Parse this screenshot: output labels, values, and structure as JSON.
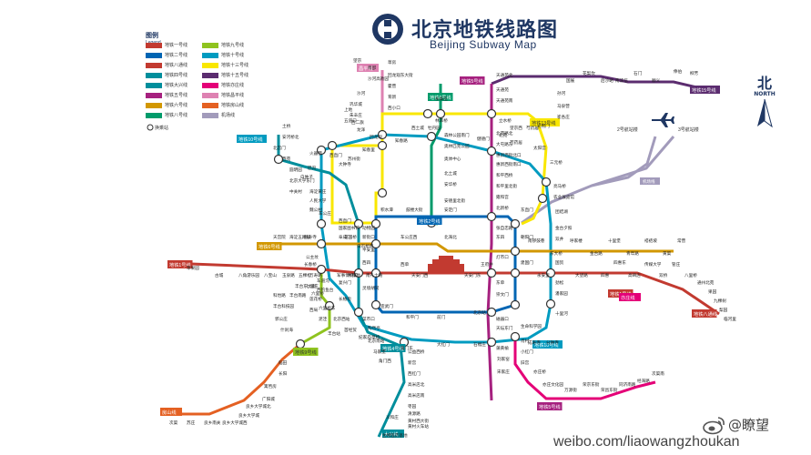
{
  "title": {
    "cn": "北京地铁线路图",
    "en": "Beijing Subway Map"
  },
  "legend": {
    "header": "图例",
    "header_en": "Legend",
    "items": [
      {
        "label": "地铁一号线",
        "color": "#c23a30"
      },
      {
        "label": "地铁二号线",
        "color": "#0065b3"
      },
      {
        "label": "地铁八通线",
        "color": "#c23a30"
      },
      {
        "label": "地铁四号线",
        "color": "#008e9c"
      },
      {
        "label": "地铁大兴线",
        "color": "#008e9c"
      },
      {
        "label": "地铁五号线",
        "color": "#a6217f"
      },
      {
        "label": "地铁六号线",
        "color": "#d29700"
      },
      {
        "label": "地铁八号线",
        "color": "#009b6b"
      },
      {
        "label": "地铁九号线",
        "color": "#8fc31f"
      },
      {
        "label": "地铁十号线",
        "color": "#009bc0"
      },
      {
        "label": "地铁十三号线",
        "color": "#f9e700"
      },
      {
        "label": "地铁十五号线",
        "color": "#5b2c6f"
      },
      {
        "label": "地铁亦庄线",
        "color": "#e40077"
      },
      {
        "label": "地铁昌平线",
        "color": "#de82b2"
      },
      {
        "label": "地铁房山线",
        "color": "#e46022"
      },
      {
        "label": "机场线",
        "color": "#a29bbb"
      }
    ],
    "transfer_label": "换乘站"
  },
  "north": {
    "cn": "北",
    "en": "NORTH"
  },
  "airport": {
    "t2": "2号航站楼",
    "t3": "3号航站楼",
    "label": "机场线"
  },
  "line_tags": [
    {
      "text": "地铁1号线",
      "color": "#c23a30"
    },
    {
      "text": "地铁1号线",
      "color": "#c23a30"
    },
    {
      "text": "地铁2号线",
      "color": "#0065b3"
    },
    {
      "text": "地铁4号线",
      "color": "#008e9c"
    },
    {
      "text": "地铁5号线",
      "color": "#a6217f"
    },
    {
      "text": "地铁5号线",
      "color": "#a6217f"
    },
    {
      "text": "地铁6号线",
      "color": "#d29700"
    },
    {
      "text": "地铁8号线",
      "color": "#009b6b"
    },
    {
      "text": "地铁9号线",
      "color": "#8fc31f"
    },
    {
      "text": "地铁10号线",
      "color": "#009bc0"
    },
    {
      "text": "地铁10号线",
      "color": "#009bc0"
    },
    {
      "text": "地铁13号线",
      "color": "#f9e700"
    },
    {
      "text": "地铁15号线",
      "color": "#5b2c6f"
    },
    {
      "text": "昌平线",
      "color": "#de82b2"
    },
    {
      "text": "地铁八通线",
      "color": "#c23a30"
    },
    {
      "text": "亦庄线",
      "color": "#e40077"
    },
    {
      "text": "房山线",
      "color": "#e46022"
    },
    {
      "text": "大兴线",
      "color": "#008e9c"
    }
  ],
  "stations": [
    "天通苑北",
    "天通苑",
    "天通苑南",
    "立水桥",
    "北苑路北",
    "大屯路东",
    "惠新西街北口",
    "惠新西街南口",
    "和平西桥",
    "和平里北街",
    "雍和宫",
    "北新桥",
    "张自忠路",
    "东四",
    "灯市口",
    "东单",
    "崇文门",
    "磁器口",
    "天坛东门",
    "蒲黄榆",
    "刘家窑",
    "宋家庄",
    "西直门",
    "积水潭",
    "鼓楼大街",
    "安定门",
    "东直门",
    "朝阳门",
    "建国门",
    "北京站",
    "前门",
    "和平门",
    "宣武门",
    "长椿街",
    "复兴门",
    "阜成门",
    "车公庄",
    "苹果园",
    "古城",
    "八角游乐园",
    "八宝山",
    "玉泉路",
    "五棵松",
    "万寿路",
    "公主坟",
    "军事博物馆",
    "木樨地",
    "南礼士路",
    "西单",
    "天安门西",
    "天安门东",
    "王府井",
    "永安里",
    "国贸",
    "大望路",
    "四惠",
    "四惠东",
    "高碑店",
    "传媒大学",
    "双桥",
    "管庄",
    "八里桥",
    "通州北苑",
    "果园",
    "九棵树",
    "梨园",
    "临河里",
    "土桥",
    "安河桥北",
    "北宫门",
    "西苑",
    "圆明园",
    "北京大学东门",
    "中关村",
    "海淀黄庄",
    "人民大学",
    "魏公村",
    "国家图书馆",
    "动物园",
    "新街口",
    "平安里",
    "西四",
    "灵境胡同",
    "菜市口",
    "陶然亭",
    "北京南站",
    "马家堡",
    "角门西",
    "公益西桥",
    "新宫",
    "西红门",
    "高米店北",
    "高米店南",
    "枣园",
    "清源路",
    "黄村西大街",
    "黄村火车站",
    "义和庄",
    "生物医药基地",
    "天宫院",
    "海淀五路居",
    "慈寿寺",
    "花园桥",
    "白石桥南",
    "车公庄西",
    "北海北",
    "南锣鼓巷",
    "东大桥",
    "呼家楼",
    "金台路",
    "十里堡",
    "青年路",
    "褡裢坡",
    "黄渠",
    "常营",
    "草房",
    "回龙观东大街",
    "霍营",
    "育新",
    "西小口",
    "永泰庄",
    "林萃桥",
    "森林公园南门",
    "奥林匹克公园",
    "奥体中心",
    "北土城",
    "安华桥",
    "安德里北街",
    "什刹海",
    "郭公庄",
    "丰台科技园",
    "科怡路",
    "丰台南路",
    "丰台东大街",
    "七里庄",
    "六里桥",
    "六里桥东",
    "北京西站",
    "白堆子",
    "巴沟",
    "苏州街",
    "知春里",
    "知春路",
    "西土城",
    "牡丹园",
    "健德门",
    "芍药居",
    "太阳宫",
    "三元桥",
    "亮马桥",
    "农业展览馆",
    "团结湖",
    "金台夕照",
    "双井",
    "劲松",
    "潘家园",
    "十里河",
    "分钟寺",
    "成寿寺",
    "石榴庄",
    "大红门",
    "角门东",
    "草桥",
    "纪家庙",
    "首经贸",
    "丰台站",
    "泥洼",
    "西局",
    "莲花桥",
    "西钓鱼台",
    "车道沟",
    "长春桥",
    "火器营",
    "西直门",
    "大钟寺",
    "五道口",
    "上地",
    "西二旗",
    "龙泽",
    "回龙观",
    "北苑",
    "望京西",
    "芍药居",
    "光熙门",
    "柳芳",
    "俸伯",
    "顺义",
    "石门",
    "南法信",
    "后沙峪",
    "花梨坎",
    "国展",
    "孙河",
    "马泉营",
    "崔各庄",
    "望京",
    "南邵",
    "沙河高教园",
    "沙河",
    "巩华城",
    "朱辛庄",
    "生命科学园",
    "肖村",
    "小红门",
    "旧宫",
    "亦庄桥",
    "亦庄文化园",
    "万源街",
    "荣京东街",
    "荣昌东街",
    "同济南路",
    "经海路",
    "次渠南",
    "次渠",
    "苏庄",
    "良乡南关",
    "良乡大学城西",
    "良乡大学城",
    "良乡大学城北",
    "广阳城",
    "篱笆房",
    "长阳",
    "稻田",
    "大葆台"
  ],
  "watermark": {
    "handle": "@瞭望",
    "url": "weibo.com/liaowangzhoukan"
  }
}
